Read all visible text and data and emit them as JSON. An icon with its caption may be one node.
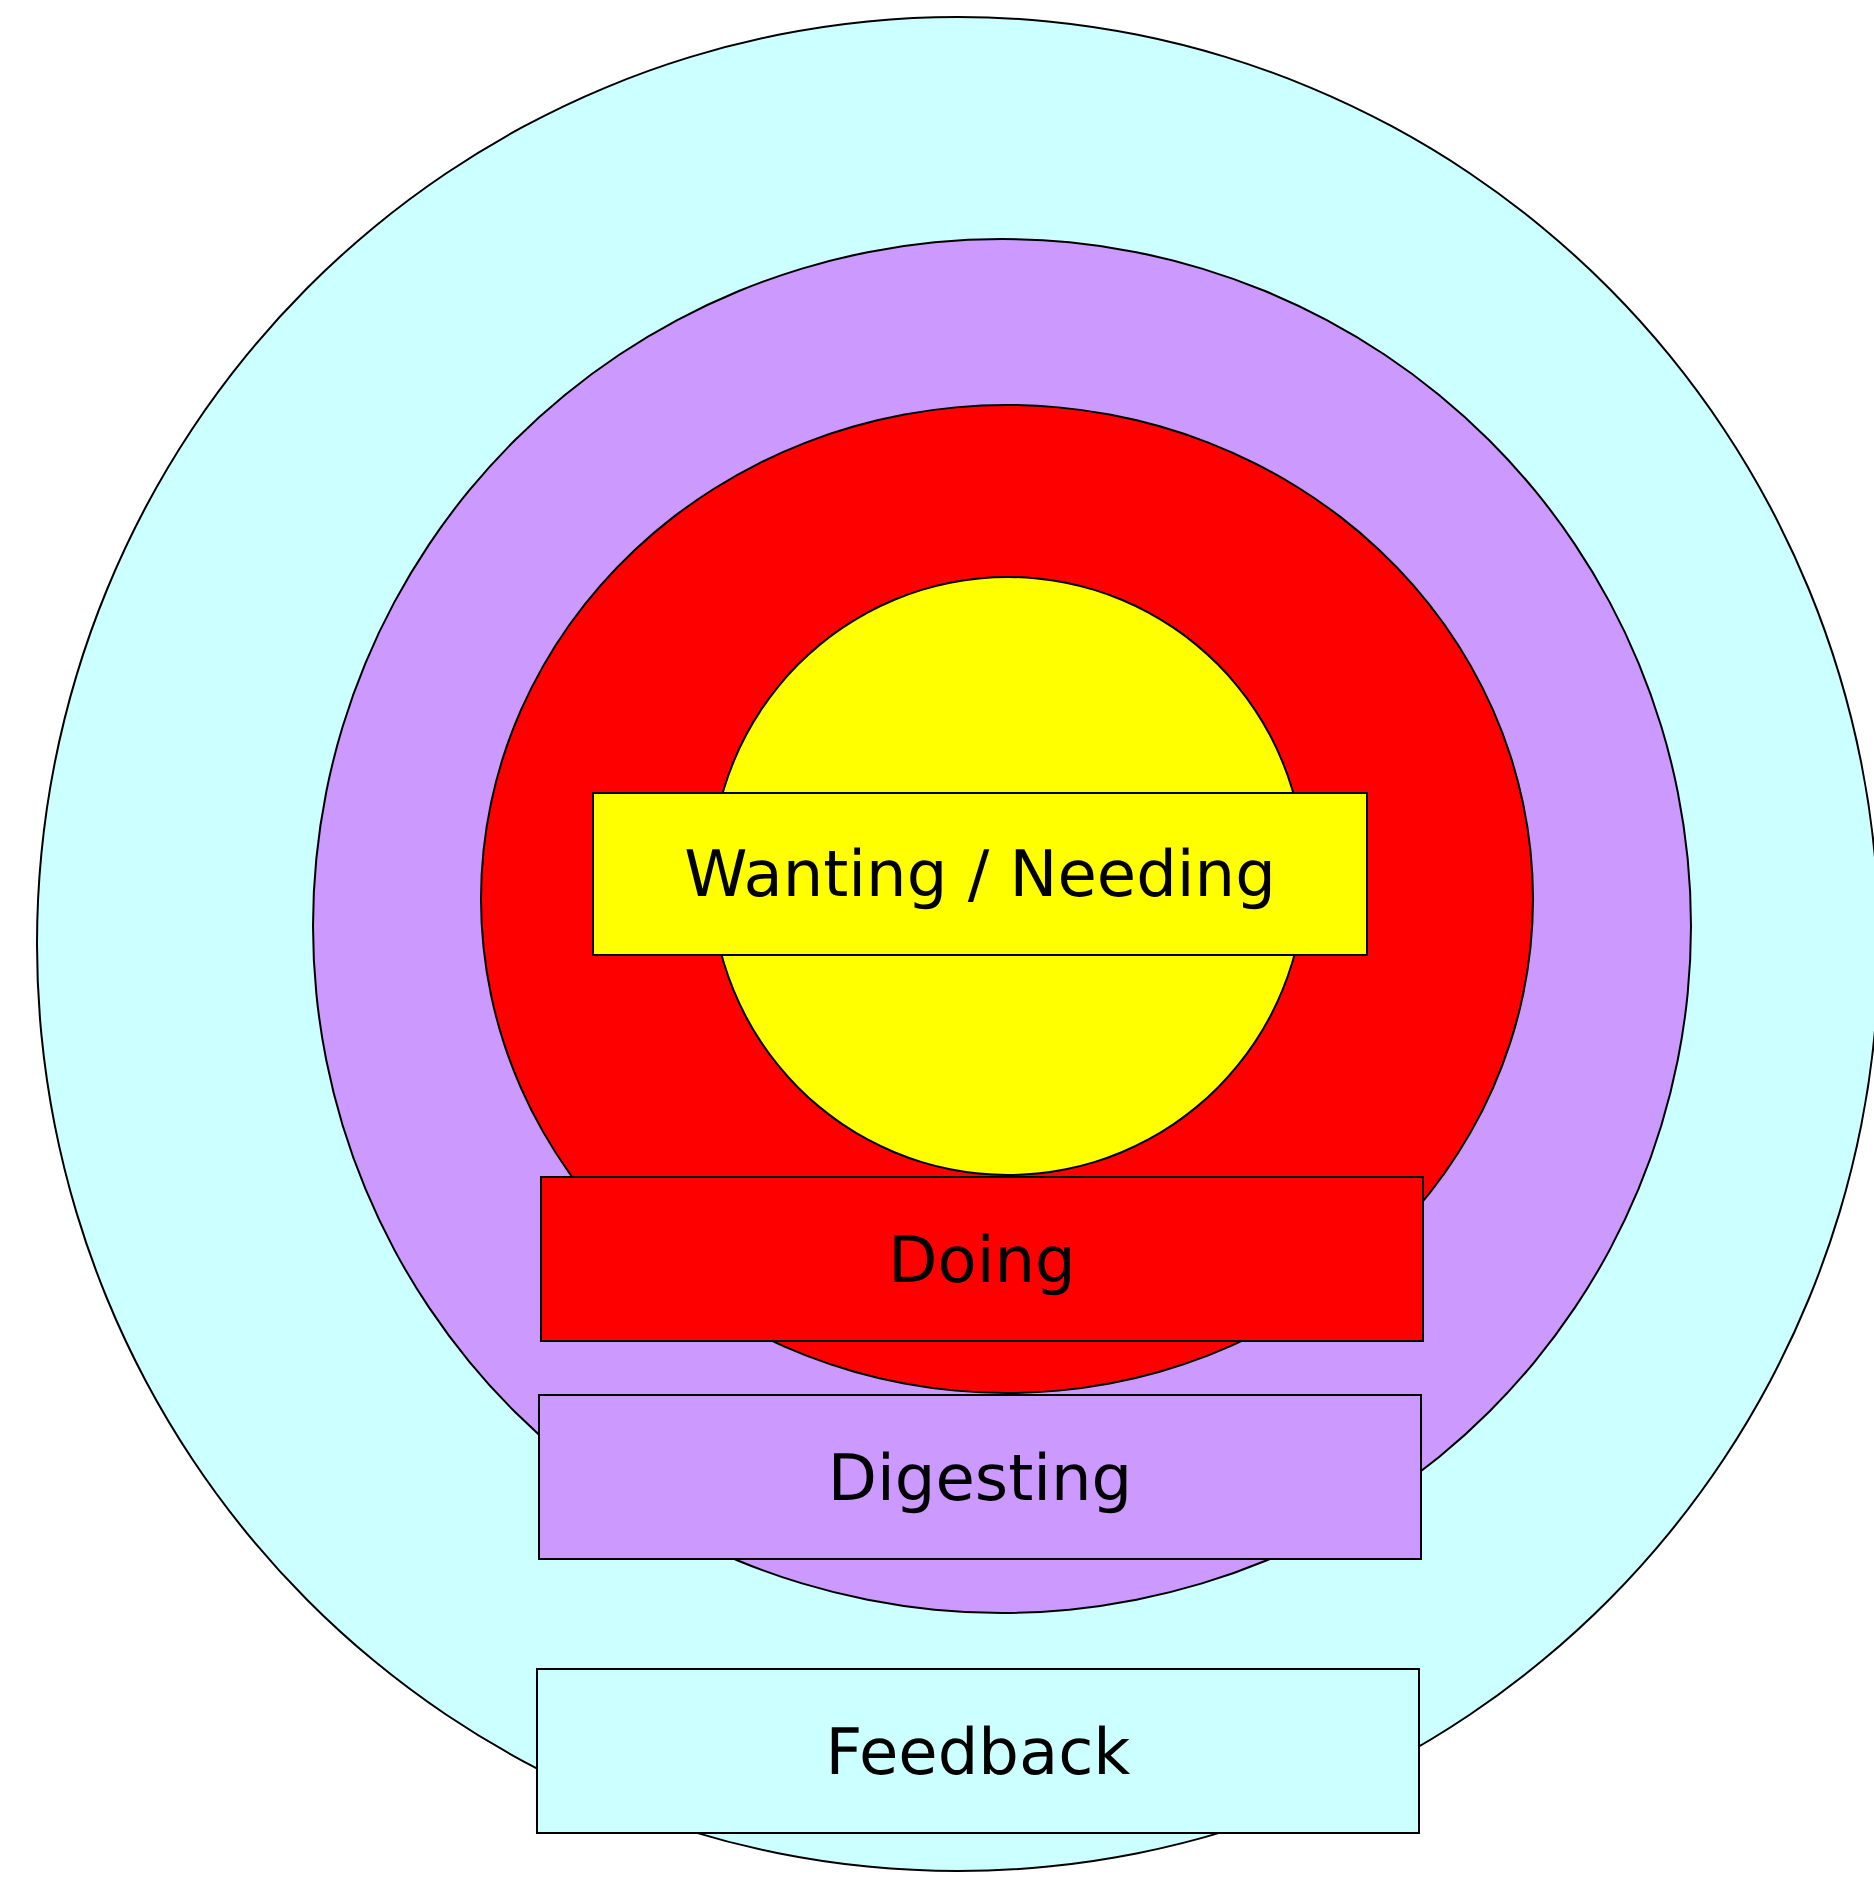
{
  "diagram": {
    "nodes": [
      {
        "text": [],
        "shape": "circle"
      },
      {
        "text": [],
        "shape": "circle",
        "in": 0
      },
      {
        "text": [],
        "shape": "circle",
        "in": 1
      },
      {
        "text": [],
        "shape": "circle",
        "in": 2
      },
      {
        "text": [
          "Wanting / Needing"
        ],
        "in": 2
      },
      {
        "text": [
          "Doing"
        ],
        "in": 2
      },
      {
        "text": [
          "Digesting"
        ],
        "in": 1
      },
      {
        "text": [
          "Feedback"
        ],
        "in": 0
      }
    ],
    "edges": []
  }
}
